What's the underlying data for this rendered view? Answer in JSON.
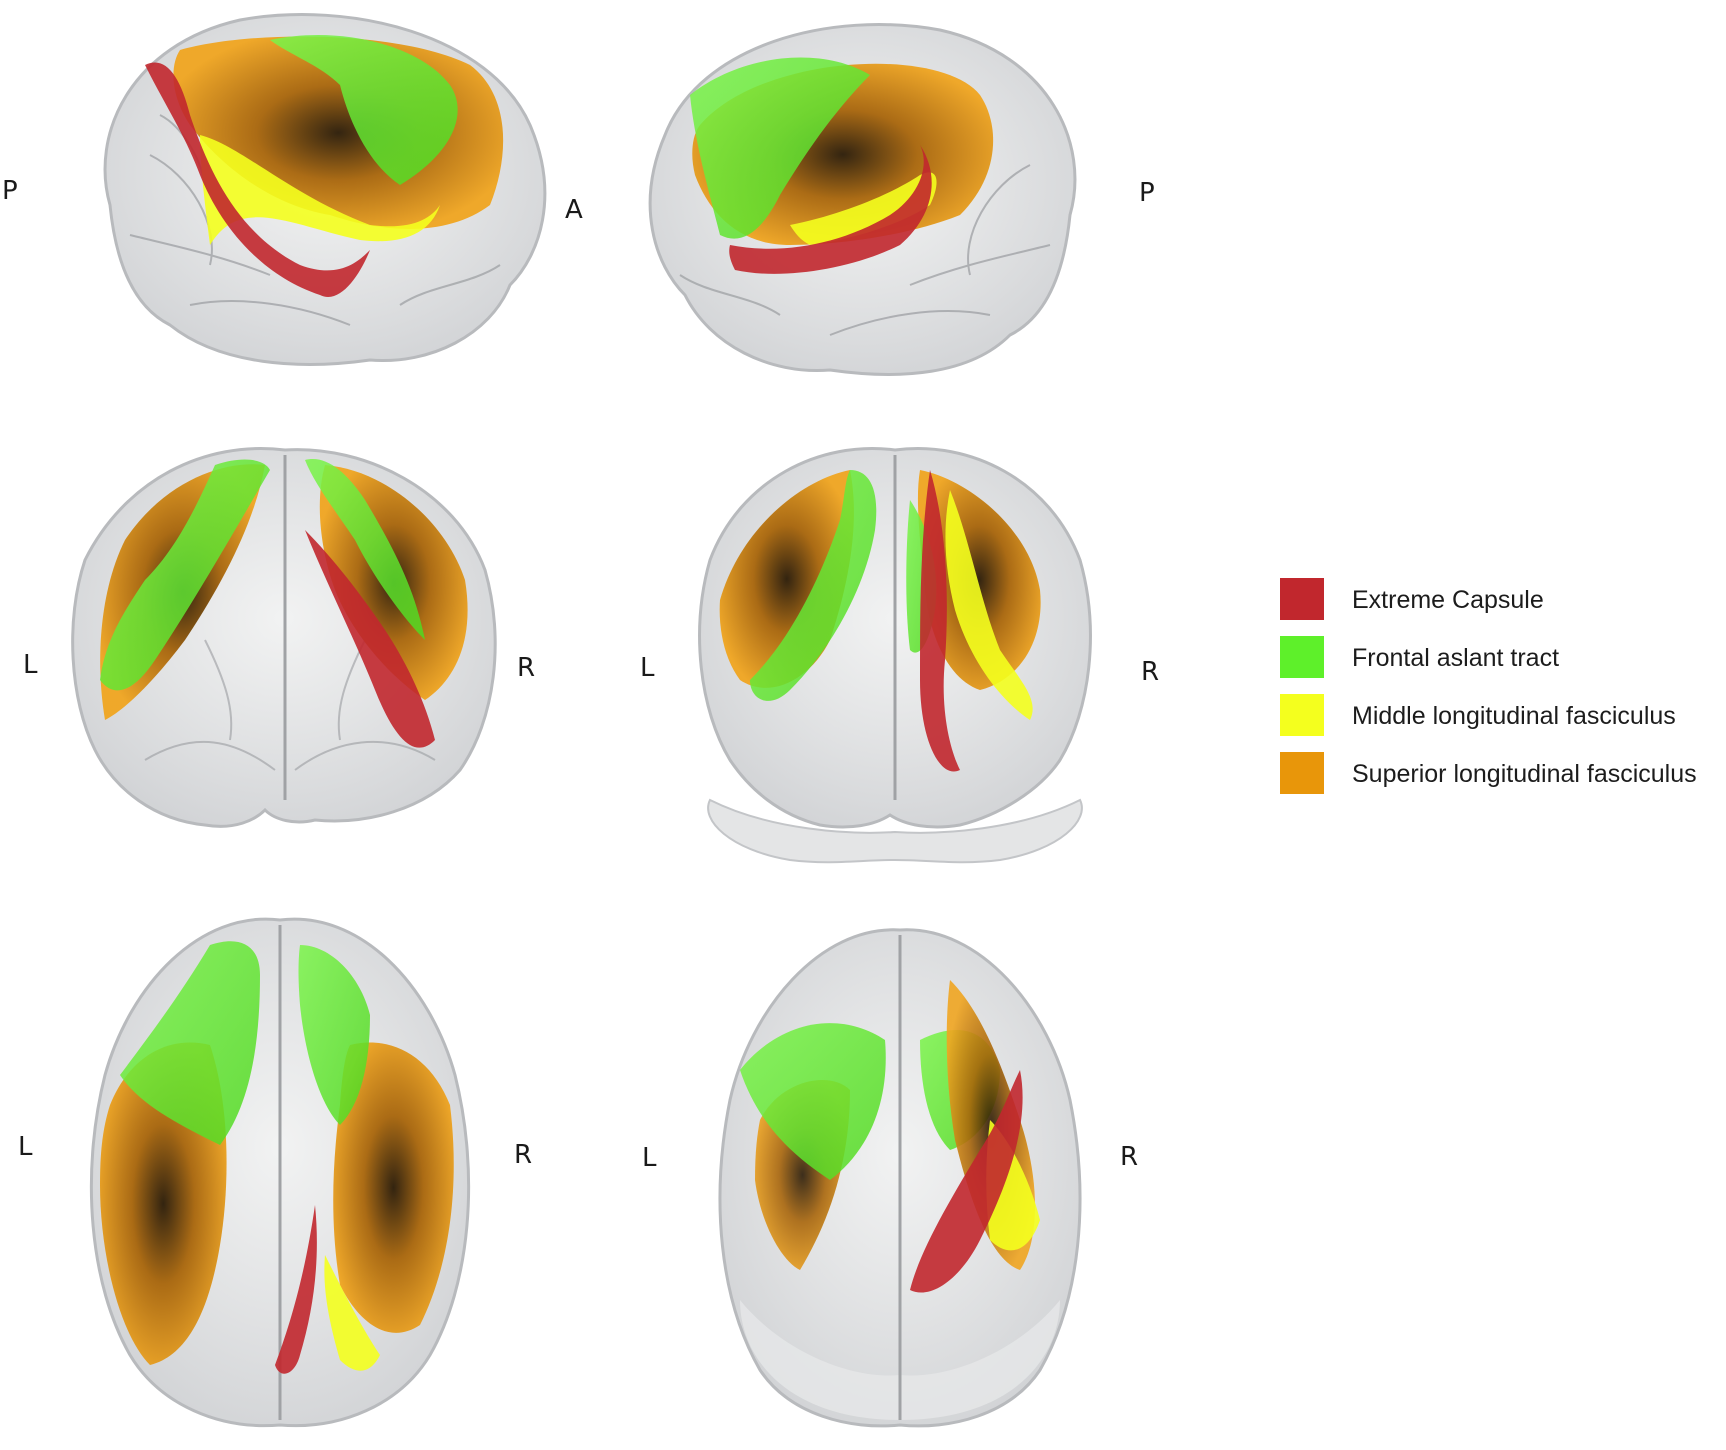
{
  "orientation_labels": {
    "lateral_left": {
      "left": "P",
      "right": "A"
    },
    "lateral_right": {
      "right": "P"
    },
    "posterior": {
      "left": "L",
      "right": "R"
    },
    "anterior": {
      "left": "L",
      "right": "R"
    },
    "superior": {
      "left": "L",
      "right": "R"
    },
    "inferior": {
      "left": "L",
      "right": "R"
    }
  },
  "legend": {
    "items": [
      {
        "label": "Extreme Capsule",
        "color": "#c1272d"
      },
      {
        "label": "Frontal aslant tract",
        "color": "#5ef02a"
      },
      {
        "label": "Middle longitudinal fasciculus",
        "color": "#f4ff1e"
      },
      {
        "label": "Superior longitudinal fasciculus",
        "color": "#e8960a"
      }
    ]
  },
  "colors": {
    "brain": "#d9dadc",
    "brain_outline": "#b8babd",
    "sulci": "#9a9ca0",
    "extreme_capsule": "#c1272d",
    "frontal_aslant": "#5ef02a",
    "middle_longitudinal": "#f4ff1e",
    "superior_longitudinal": "#e8960a",
    "shadow": "#3a2a10"
  }
}
